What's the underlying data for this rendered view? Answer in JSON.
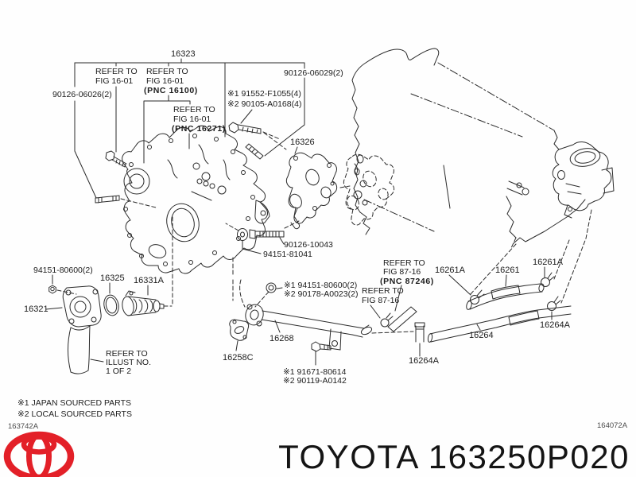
{
  "colors": {
    "brand_red": "#e32028",
    "line": "#2b2b2b",
    "text": "#1c1c1c"
  },
  "callouts": {
    "c16323": "16323",
    "c90126_06026": "90126-06026(2)",
    "c90126_06029": "90126-06029(2)",
    "c91552": "※1 91552-F1055(4)",
    "c90105": "※2 90105-A0168(4)",
    "c16326": "16326",
    "c90126_10043": "90126-10043",
    "c94151_81041": "94151-81041",
    "c94151_80600": "94151-80600(2)",
    "c16325": "16325",
    "c16331a": "16331A",
    "c16321": "16321",
    "c94151_80600_starred": "※1 94151-80600(2)",
    "c90178": "※2 90178-A0023(2)",
    "c16268": "16268",
    "c16258c": "16258C",
    "c91671": "※1 91671-80614",
    "c90119": "※2 90119-A0142",
    "c16261a_left": "16261A",
    "c16261": "16261",
    "c16261a_right": "16261A",
    "c16264": "16264",
    "c16264a_mid": "16264A",
    "c16264a_right": "16264A"
  },
  "notes": {
    "fig1601": [
      "REFER TO",
      "FIG 16-01"
    ],
    "fig1601_pnc16100": [
      "REFER TO",
      "FIG 16-01",
      "(PNC 16100)"
    ],
    "fig1601_pnc16271": [
      "REFER TO",
      "FIG 16-01",
      "(PNC 16271)"
    ],
    "illust": [
      "REFER TO",
      "ILLUST NO.",
      "1 OF 2"
    ],
    "fig8716_pnc87246": [
      "REFER TO",
      "FIG 87-16",
      "(PNC 87246)"
    ],
    "fig8716": [
      "REFER TO",
      "FIG 87-16"
    ]
  },
  "legend": [
    "※1 JAPAN SOURCED PARTS",
    "※2 LOCAL SOURCED PARTS"
  ],
  "footer": {
    "doc_left": "163742A",
    "doc_right": "164072A",
    "caption": "TOYOTA 163250P020"
  }
}
